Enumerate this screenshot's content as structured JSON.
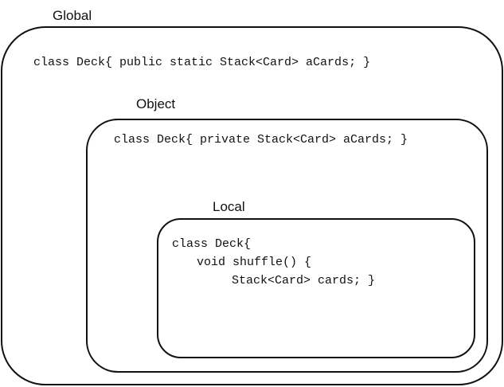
{
  "scopes": {
    "global": {
      "label": "Global",
      "code": "class Deck{ public static Stack<Card> aCards; }"
    },
    "object": {
      "label": "Object",
      "code": "class Deck{ private Stack<Card> aCards; }"
    },
    "local": {
      "label": "Local",
      "code_lines": [
        "class Deck{",
        "void shuffle() {",
        "Stack<Card> cards; }"
      ]
    }
  }
}
